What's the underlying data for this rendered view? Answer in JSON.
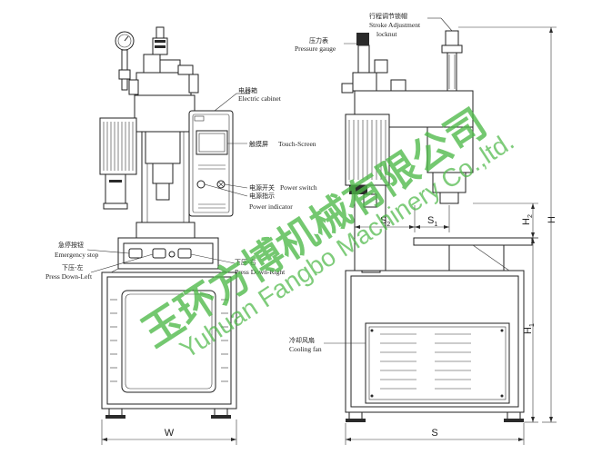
{
  "left_view": {
    "electric_cabinet_cn": "电器箱",
    "electric_cabinet_en": "Electric cabinet",
    "touch_screen_cn": "触摸屏",
    "touch_screen_en": "Touch-Screen",
    "power_switch_cn": "电源开关",
    "power_switch_en": "Power switch",
    "power_indicator_cn": "电源指示",
    "power_indicator_en": "Power indicator",
    "emergency_stop_cn": "急停按钮",
    "emergency_stop_en": "Emergency stop",
    "press_down_left_cn": "下压-左",
    "press_down_left_en": "Press Down-Left",
    "press_down_right_cn": "下压-右",
    "press_down_right_en": "Press Down-Right",
    "width_dim": "W"
  },
  "right_view": {
    "stroke_adjust_cn": "行程调节锁帽",
    "stroke_adjust_en1": "Stroke Adjustment",
    "stroke_adjust_en2": "locknut",
    "pressure_gauge_cn": "压力表",
    "pressure_gauge_en": "Pressure gauge",
    "cooling_fan_cn": "冷却风扇",
    "cooling_fan_en": "Cooling fan",
    "dim_s": "S",
    "dim_s1": "S",
    "dim_s1_sub": "1",
    "dim_s2": "S",
    "dim_s2_sub": "2",
    "dim_h": "H",
    "dim_h1": "H",
    "dim_h1_sub": "1",
    "dim_h2": "H",
    "dim_h2_sub": "2"
  },
  "watermark": {
    "cn": "玉环方博机械有限公司",
    "en": "Yuhuan Fangbo Machinery Co.,ltd."
  },
  "colors": {
    "line": "#222222",
    "watermark": "#4db848"
  }
}
